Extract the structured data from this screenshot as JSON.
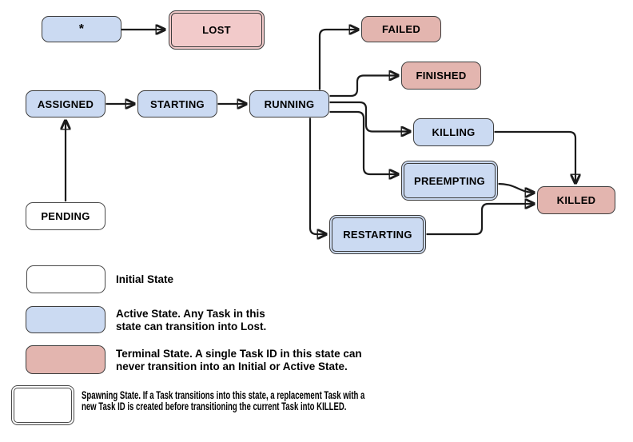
{
  "colors": {
    "active_fill": "#cbdaf2",
    "terminal_fill": "#e3b5af",
    "lost_fill": "#f2caca",
    "initial_fill": "#ffffff",
    "node_border": "#3d3d3d",
    "arrow": "#1b1b1b",
    "background": "#ffffff"
  },
  "diagram": {
    "nodes": {
      "star": {
        "label": "*",
        "type": "active"
      },
      "lost": {
        "label": "LOST",
        "type": "terminal"
      },
      "assigned": {
        "label": "ASSIGNED",
        "type": "active"
      },
      "starting": {
        "label": "STARTING",
        "type": "active"
      },
      "running": {
        "label": "RUNNING",
        "type": "active"
      },
      "failed": {
        "label": "FAILED",
        "type": "terminal"
      },
      "finished": {
        "label": "FINISHED",
        "type": "terminal"
      },
      "killing": {
        "label": "KILLING",
        "type": "active"
      },
      "preempting": {
        "label": "PREEMPTING",
        "type": "active-spawning"
      },
      "killed": {
        "label": "KILLED",
        "type": "terminal"
      },
      "restarting": {
        "label": "RESTARTING",
        "type": "active-spawning"
      },
      "pending": {
        "label": "PENDING",
        "type": "initial"
      }
    },
    "transitions": [
      {
        "from": "*",
        "to": "LOST"
      },
      {
        "from": "PENDING",
        "to": "ASSIGNED"
      },
      {
        "from": "ASSIGNED",
        "to": "STARTING"
      },
      {
        "from": "STARTING",
        "to": "RUNNING"
      },
      {
        "from": "RUNNING",
        "to": "FAILED"
      },
      {
        "from": "RUNNING",
        "to": "FINISHED"
      },
      {
        "from": "RUNNING",
        "to": "KILLING"
      },
      {
        "from": "RUNNING",
        "to": "PREEMPTING"
      },
      {
        "from": "RUNNING",
        "to": "RESTARTING"
      },
      {
        "from": "KILLING",
        "to": "KILLED"
      },
      {
        "from": "PREEMPTING",
        "to": "KILLED"
      },
      {
        "from": "RESTARTING",
        "to": "KILLED"
      }
    ]
  },
  "legend": {
    "items": [
      {
        "swatch": "initial",
        "label": "Initial State"
      },
      {
        "swatch": "active",
        "label": "Active State. Any Task in this\nstate can transition into Lost."
      },
      {
        "swatch": "terminal",
        "label": "Terminal State. A single Task ID in this state can\nnever transition into an Initial or Active State."
      },
      {
        "swatch": "spawning",
        "label": "Spawning State. If a Task transitions into this state, a replacement Task with a\nnew Task ID is created before transitioning the current Task into KILLED."
      }
    ]
  }
}
